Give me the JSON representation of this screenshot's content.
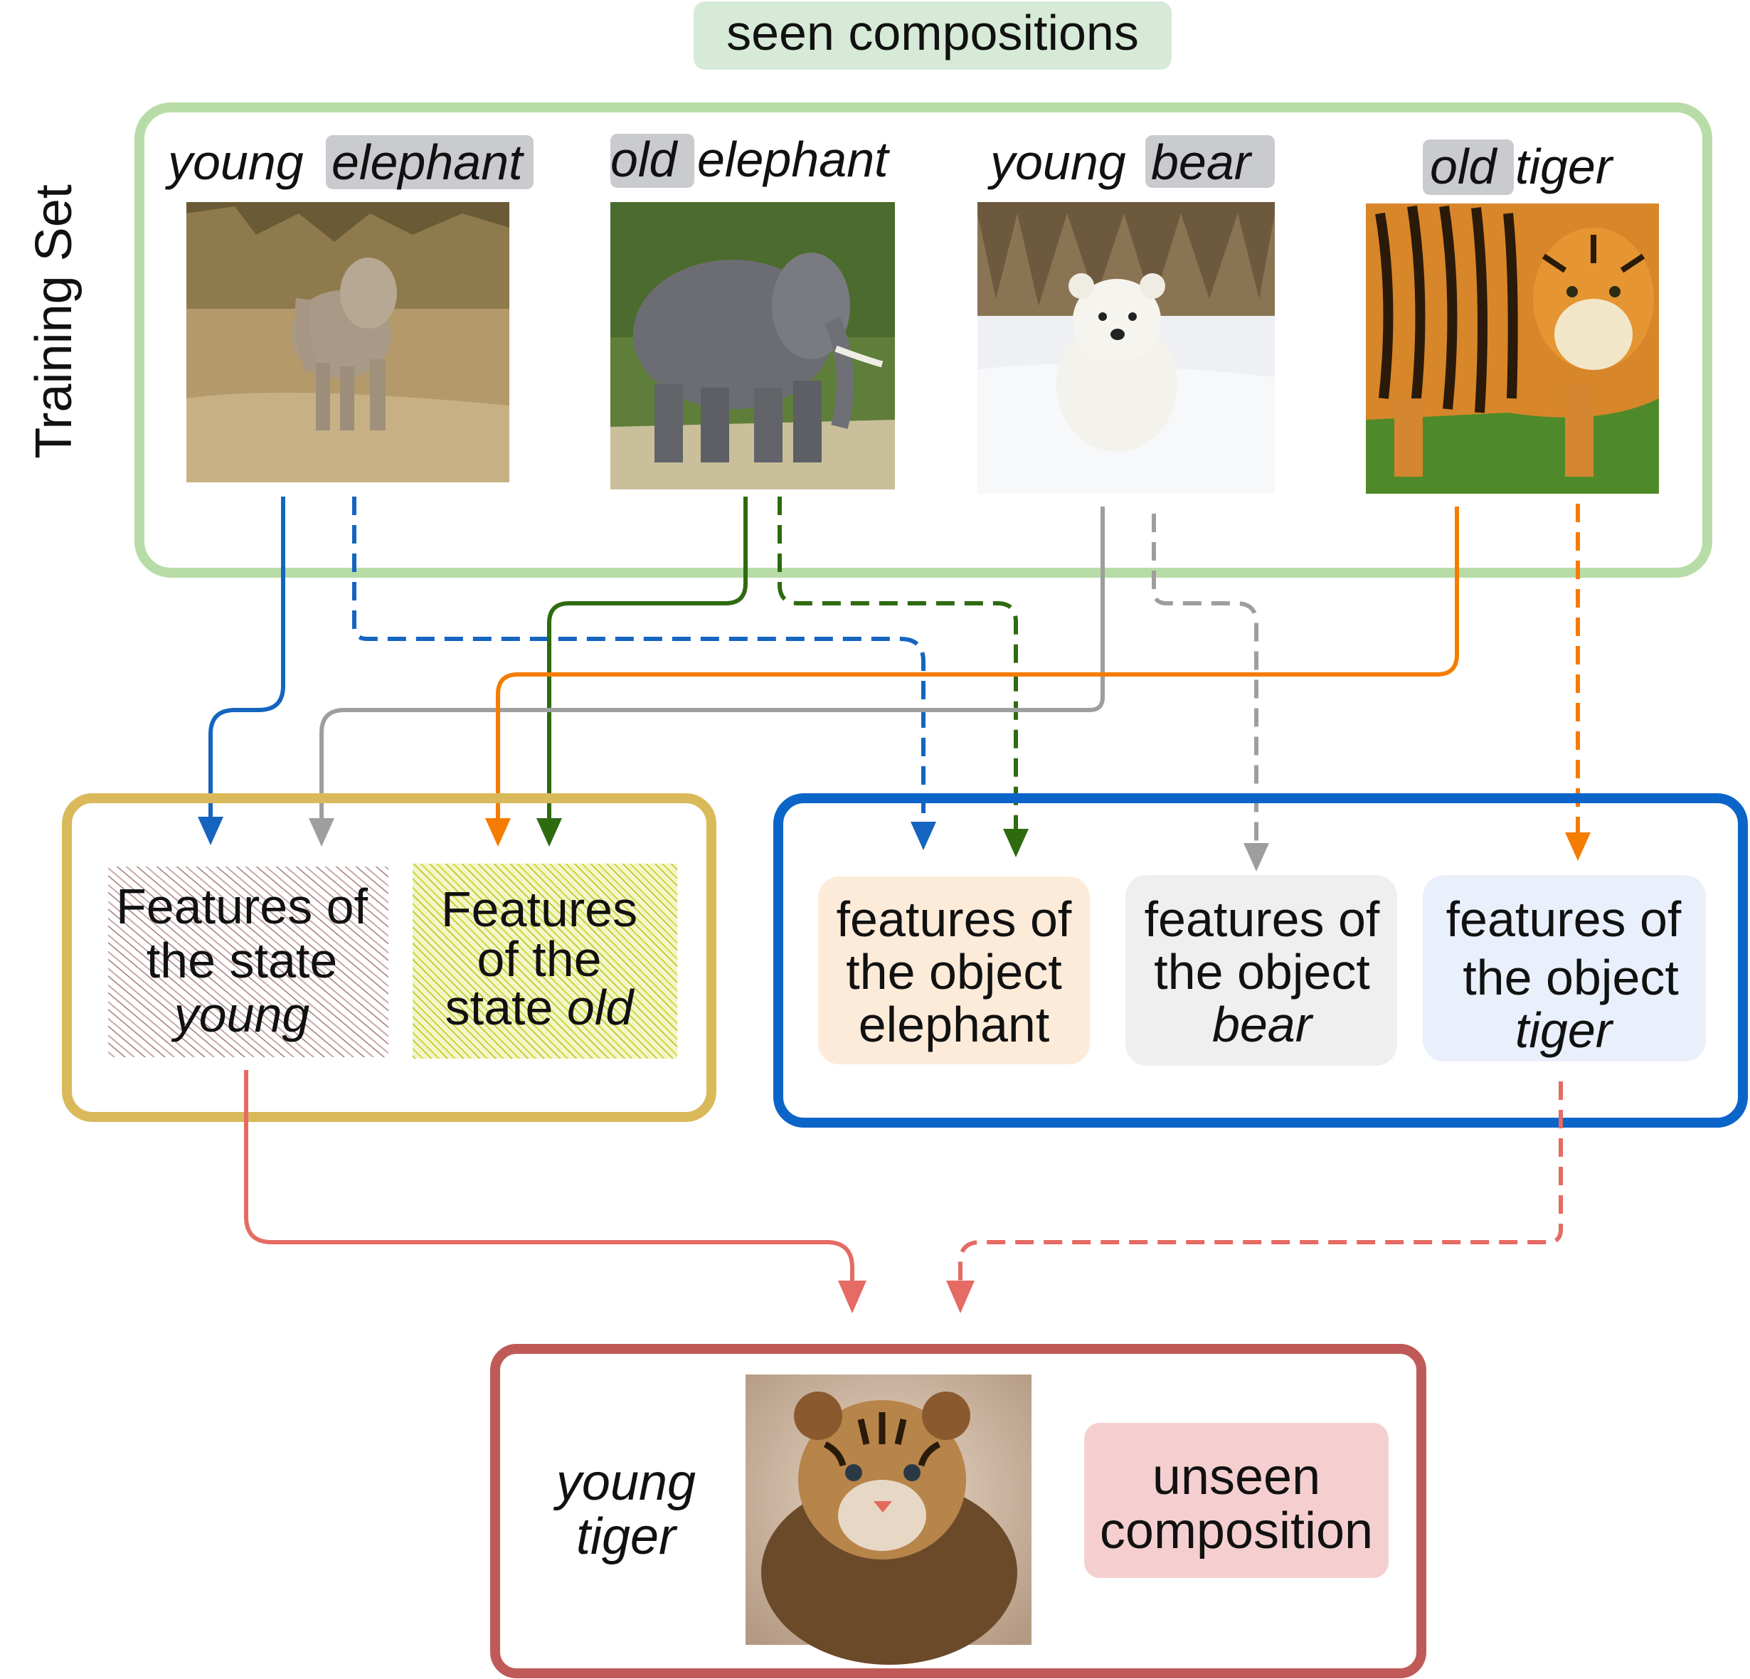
{
  "header": {
    "text": "seen compositions",
    "bg": "#d6ead7"
  },
  "training_set_label": "Training Set",
  "training_images": [
    {
      "state": "young",
      "object": "elephant",
      "highlight": "object"
    },
    {
      "state": "old",
      "object": "elephant",
      "highlight": "state"
    },
    {
      "state": "young",
      "object": "bear",
      "highlight": "object"
    },
    {
      "state": "old",
      "object": "tiger",
      "highlight": "state"
    }
  ],
  "state_features": [
    {
      "line1": "Features of",
      "line2": "the state",
      "line3": "young"
    },
    {
      "line1": "Features",
      "line2": "of the",
      "line3_pre": "state ",
      "line3": "old"
    }
  ],
  "object_features": [
    {
      "line1": "features of",
      "line2": "the object",
      "line3": "elephant",
      "bg": "#fdebd9"
    },
    {
      "line1": "features of",
      "line2": "the object",
      "line3": "bear",
      "bg": "#efefef"
    },
    {
      "line1": "features of",
      "line2": "the object",
      "line3": "tiger",
      "bg": "#e9f0fb"
    }
  ],
  "unseen": {
    "state": "young",
    "object": "tiger",
    "tag_line1": "unseen",
    "tag_line2": "composition",
    "tag_bg": "#f5cfcf"
  },
  "colors": {
    "training_box": "#b8dca8",
    "state_box": "#d9b95a",
    "object_box": "#0b65c8",
    "unseen_box": "#c05a58",
    "young_elephant_arrow": "#1565c0",
    "old_elephant_arrow": "#2e6b0f",
    "young_bear_arrow": "#9e9e9e",
    "old_tiger_arrow": "#f57c00",
    "composition_arrow": "#e56b64"
  }
}
